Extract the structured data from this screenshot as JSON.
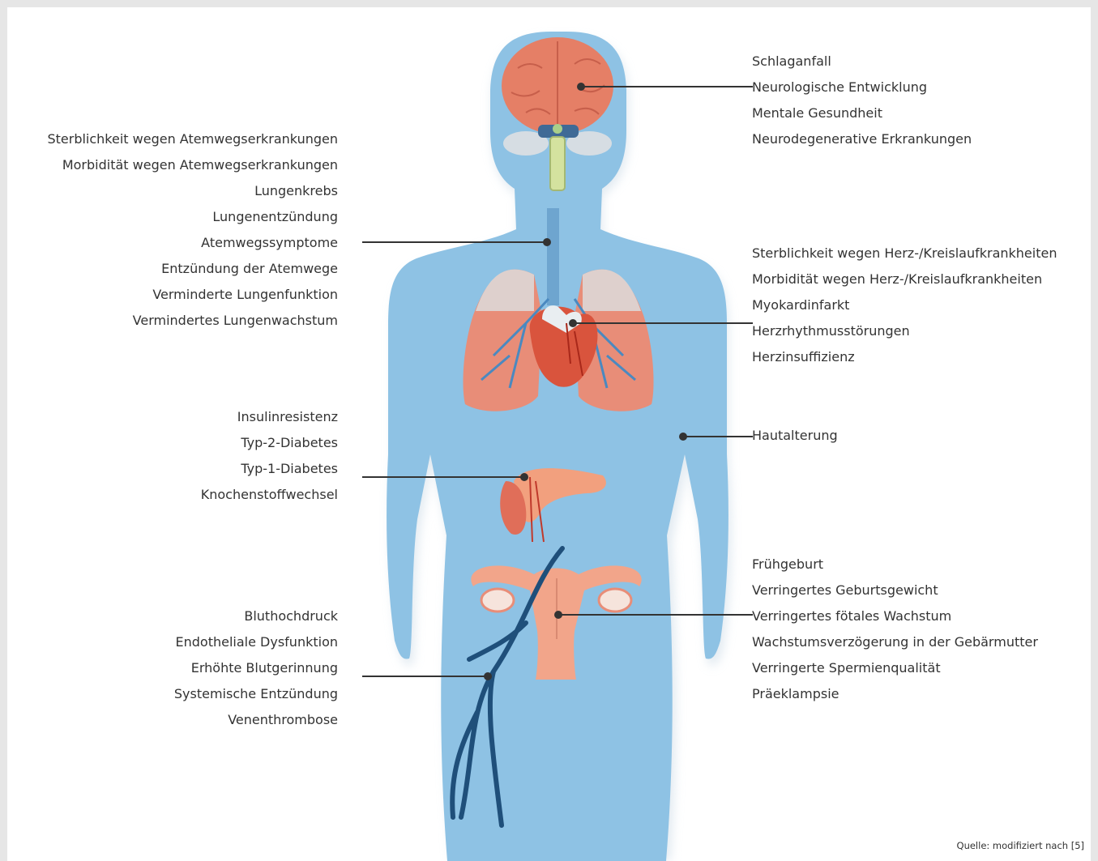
{
  "colors": {
    "body": "#8ec2e4",
    "organ": "#e07a5f",
    "vein": "#1f4f7a",
    "line": "#333333",
    "text": "#333333"
  },
  "labels": {
    "brain": [
      "Schlaganfall",
      "Neurologische Entwicklung",
      "Mentale Gesundheit",
      "Neurodegenerative Erkrankungen"
    ],
    "airways": [
      "Sterblichkeit wegen Atemwegserkrankungen",
      "Morbidität wegen Atemwegserkrankungen",
      "Lungenkrebs",
      "Lungenentzündung",
      "Atemwegssymptome",
      "Entzündung der Atemwege",
      "Verminderte Lungenfunktion",
      "Vermindertes Lungenwachstum"
    ],
    "heart": [
      "Sterblichkeit wegen Herz-/Kreislaufkrankheiten",
      "Morbidität wegen Herz-/Kreislaufkrankheiten",
      "Myokardinfarkt",
      "Herzrhythmusstörungen",
      "Herzinsuffizienz"
    ],
    "skin": [
      "Hautalterung"
    ],
    "pancreas": [
      "Insulinresistenz",
      "Typ-2-Diabetes",
      "Typ-1-Diabetes",
      "Knochenstoffwechsel"
    ],
    "reproductive": [
      "Frühgeburt",
      "Verringertes Geburtsgewicht",
      "Verringertes fötales Wachstum",
      "Wachstumsverzögerung in der Gebärmutter",
      "Verringerte Spermienqualität",
      "Präeklampsie"
    ],
    "vessels": [
      "Bluthochdruck",
      "Endotheliale Dysfunktion",
      "Erhöhte Blutgerinnung",
      "Systemische Entzündung",
      "Venenthrombose"
    ]
  },
  "source": "Quelle: modifiziert nach [5]"
}
